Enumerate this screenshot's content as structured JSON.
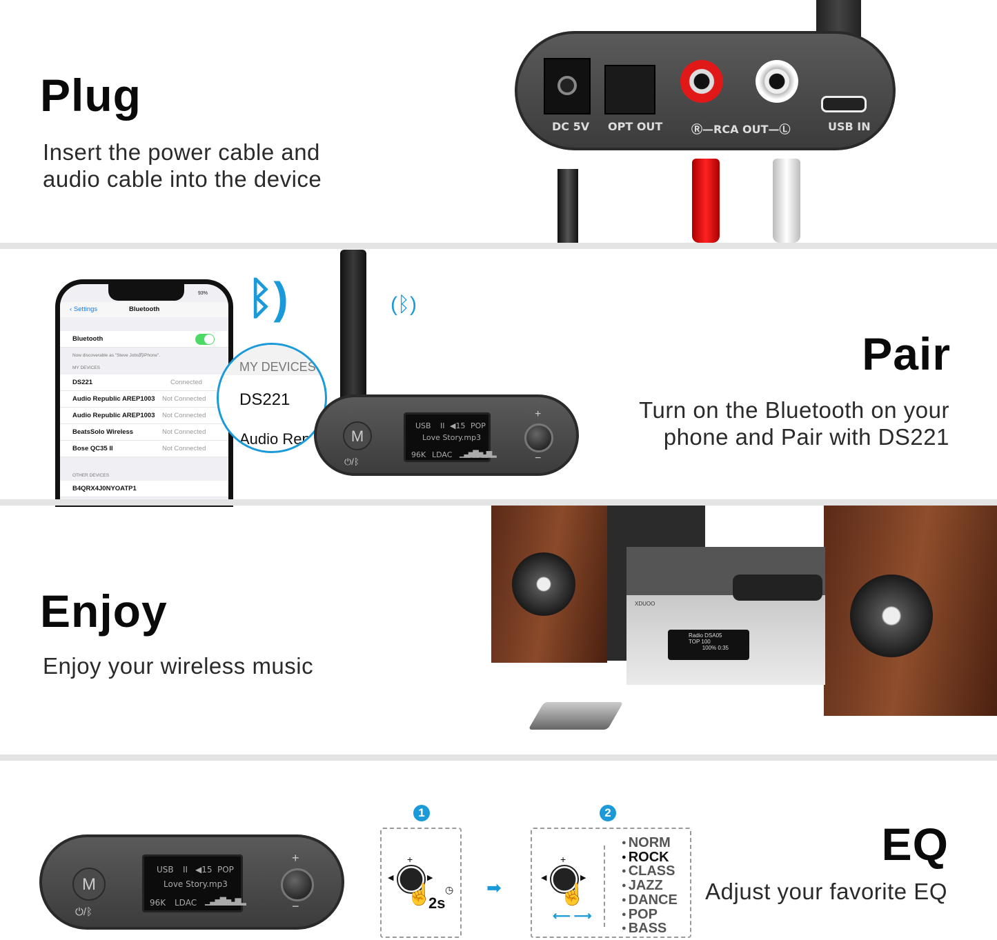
{
  "plug": {
    "title": "Plug",
    "subtitle_lines": [
      "Insert the power cable and",
      "audio cable into the device"
    ],
    "ports": {
      "dc": "DC 5V",
      "opt": "OPT OUT",
      "rca_r": "R",
      "rca": "RCA OUT",
      "rca_l": "L",
      "usb": "USB IN"
    }
  },
  "pair": {
    "title": "Pair",
    "subtitle_lines": [
      "Turn on the Bluetooth on your",
      "phone and Pair with DS221"
    ],
    "phone": {
      "back": "Settings",
      "header": "Bluetooth",
      "toggle_label": "Bluetooth",
      "toggle_on": true,
      "discoverable": "Now discoverable as \"Steve Jobs的iPhone\".",
      "my_devices": "MY DEVICES",
      "devices": [
        {
          "name": "DS221",
          "status": "Connected"
        },
        {
          "name": "Audio Republic AREP1003",
          "status": "Not Connected"
        },
        {
          "name": "Audio Republic AREP1003",
          "status": "Not Connected"
        },
        {
          "name": "BeatsSolo Wireless",
          "status": "Not Connected"
        },
        {
          "name": "Bose QC35 II",
          "status": "Not Connected"
        }
      ],
      "other_devices": "OTHER DEVICES",
      "other": [
        "B4QRX4J0NYOATP1"
      ],
      "battery": "93%"
    },
    "magnifier": {
      "header": "MY DEVICES",
      "item1": "DS221",
      "item2": "Audio Rep"
    }
  },
  "device_screen": {
    "source": "USB",
    "pause": "II",
    "volume": "15",
    "eq": "POP",
    "track": "Love Story.mp3",
    "rate": "96K",
    "codec": "LDAC",
    "m_button": "M",
    "power": "⏻/ᛒ",
    "plus": "+",
    "minus": "−"
  },
  "enjoy": {
    "title": "Enjoy",
    "subtitle": "Enjoy your wireless music",
    "stereo": {
      "line1": "Radio DSA05",
      "line2": "TOP 100",
      "line3": "100% 0:35",
      "brand": "XDUOO"
    }
  },
  "eq": {
    "title": "EQ",
    "subtitle": "Adjust your favorite EQ",
    "step1": "1",
    "step2": "2",
    "hold": "2s",
    "modes": [
      "NORM",
      "ROCK",
      "CLASS",
      "JAZZ",
      "DANCE",
      "POP",
      "BASS"
    ],
    "selected": "ROCK"
  },
  "colors": {
    "accent": "#1a9ad9",
    "band": "#e4e4e4"
  }
}
